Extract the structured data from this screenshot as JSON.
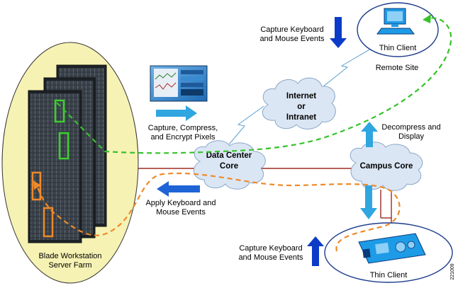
{
  "colors": {
    "ellipse_fill": "#f6f2b4",
    "cloud_fill": "#dbe6f4",
    "wire": "#9b2b22",
    "green_dash": "#36c22a",
    "orange_dash": "#ee8a2a",
    "blue_arrow": "#1e64d6",
    "cyan_arrow": "#2fa6e0",
    "dark_blue_arrow": "#0c3bc8"
  },
  "labels": {
    "farm_line1": "Blade Workstation",
    "farm_line2": "Server Farm",
    "capture_pixels_1": "Capture, Compress,",
    "capture_pixels_2": "and Encrypt Pixels",
    "apply_events_1": "Apply Keyboard and",
    "apply_events_2": "Mouse Events",
    "capture_remote_1": "Capture Keyboard",
    "capture_remote_2": "and Mouse Events",
    "capture_local_1": "Capture Keyboard",
    "capture_local_2": "and Mouse Events",
    "decompress_1": "Decompress and",
    "decompress_2": "Display",
    "remote_site": "Remote Site",
    "thin_client_remote": "Thin Client",
    "thin_client_local": "Thin Client",
    "internet_1": "Internet",
    "internet_2": "or",
    "internet_3": "Intranet",
    "dc_core_1": "Data Center",
    "dc_core_2": "Core",
    "campus_core": "Campus Core",
    "figure_id": "221009"
  },
  "icons": {
    "monitor": "desktop-monitor-icon",
    "thin_client_remote": "thin-client-computer-icon",
    "thin_client_local": "thin-client-tablet-icon",
    "rack": "blade-server-rack-icon"
  }
}
